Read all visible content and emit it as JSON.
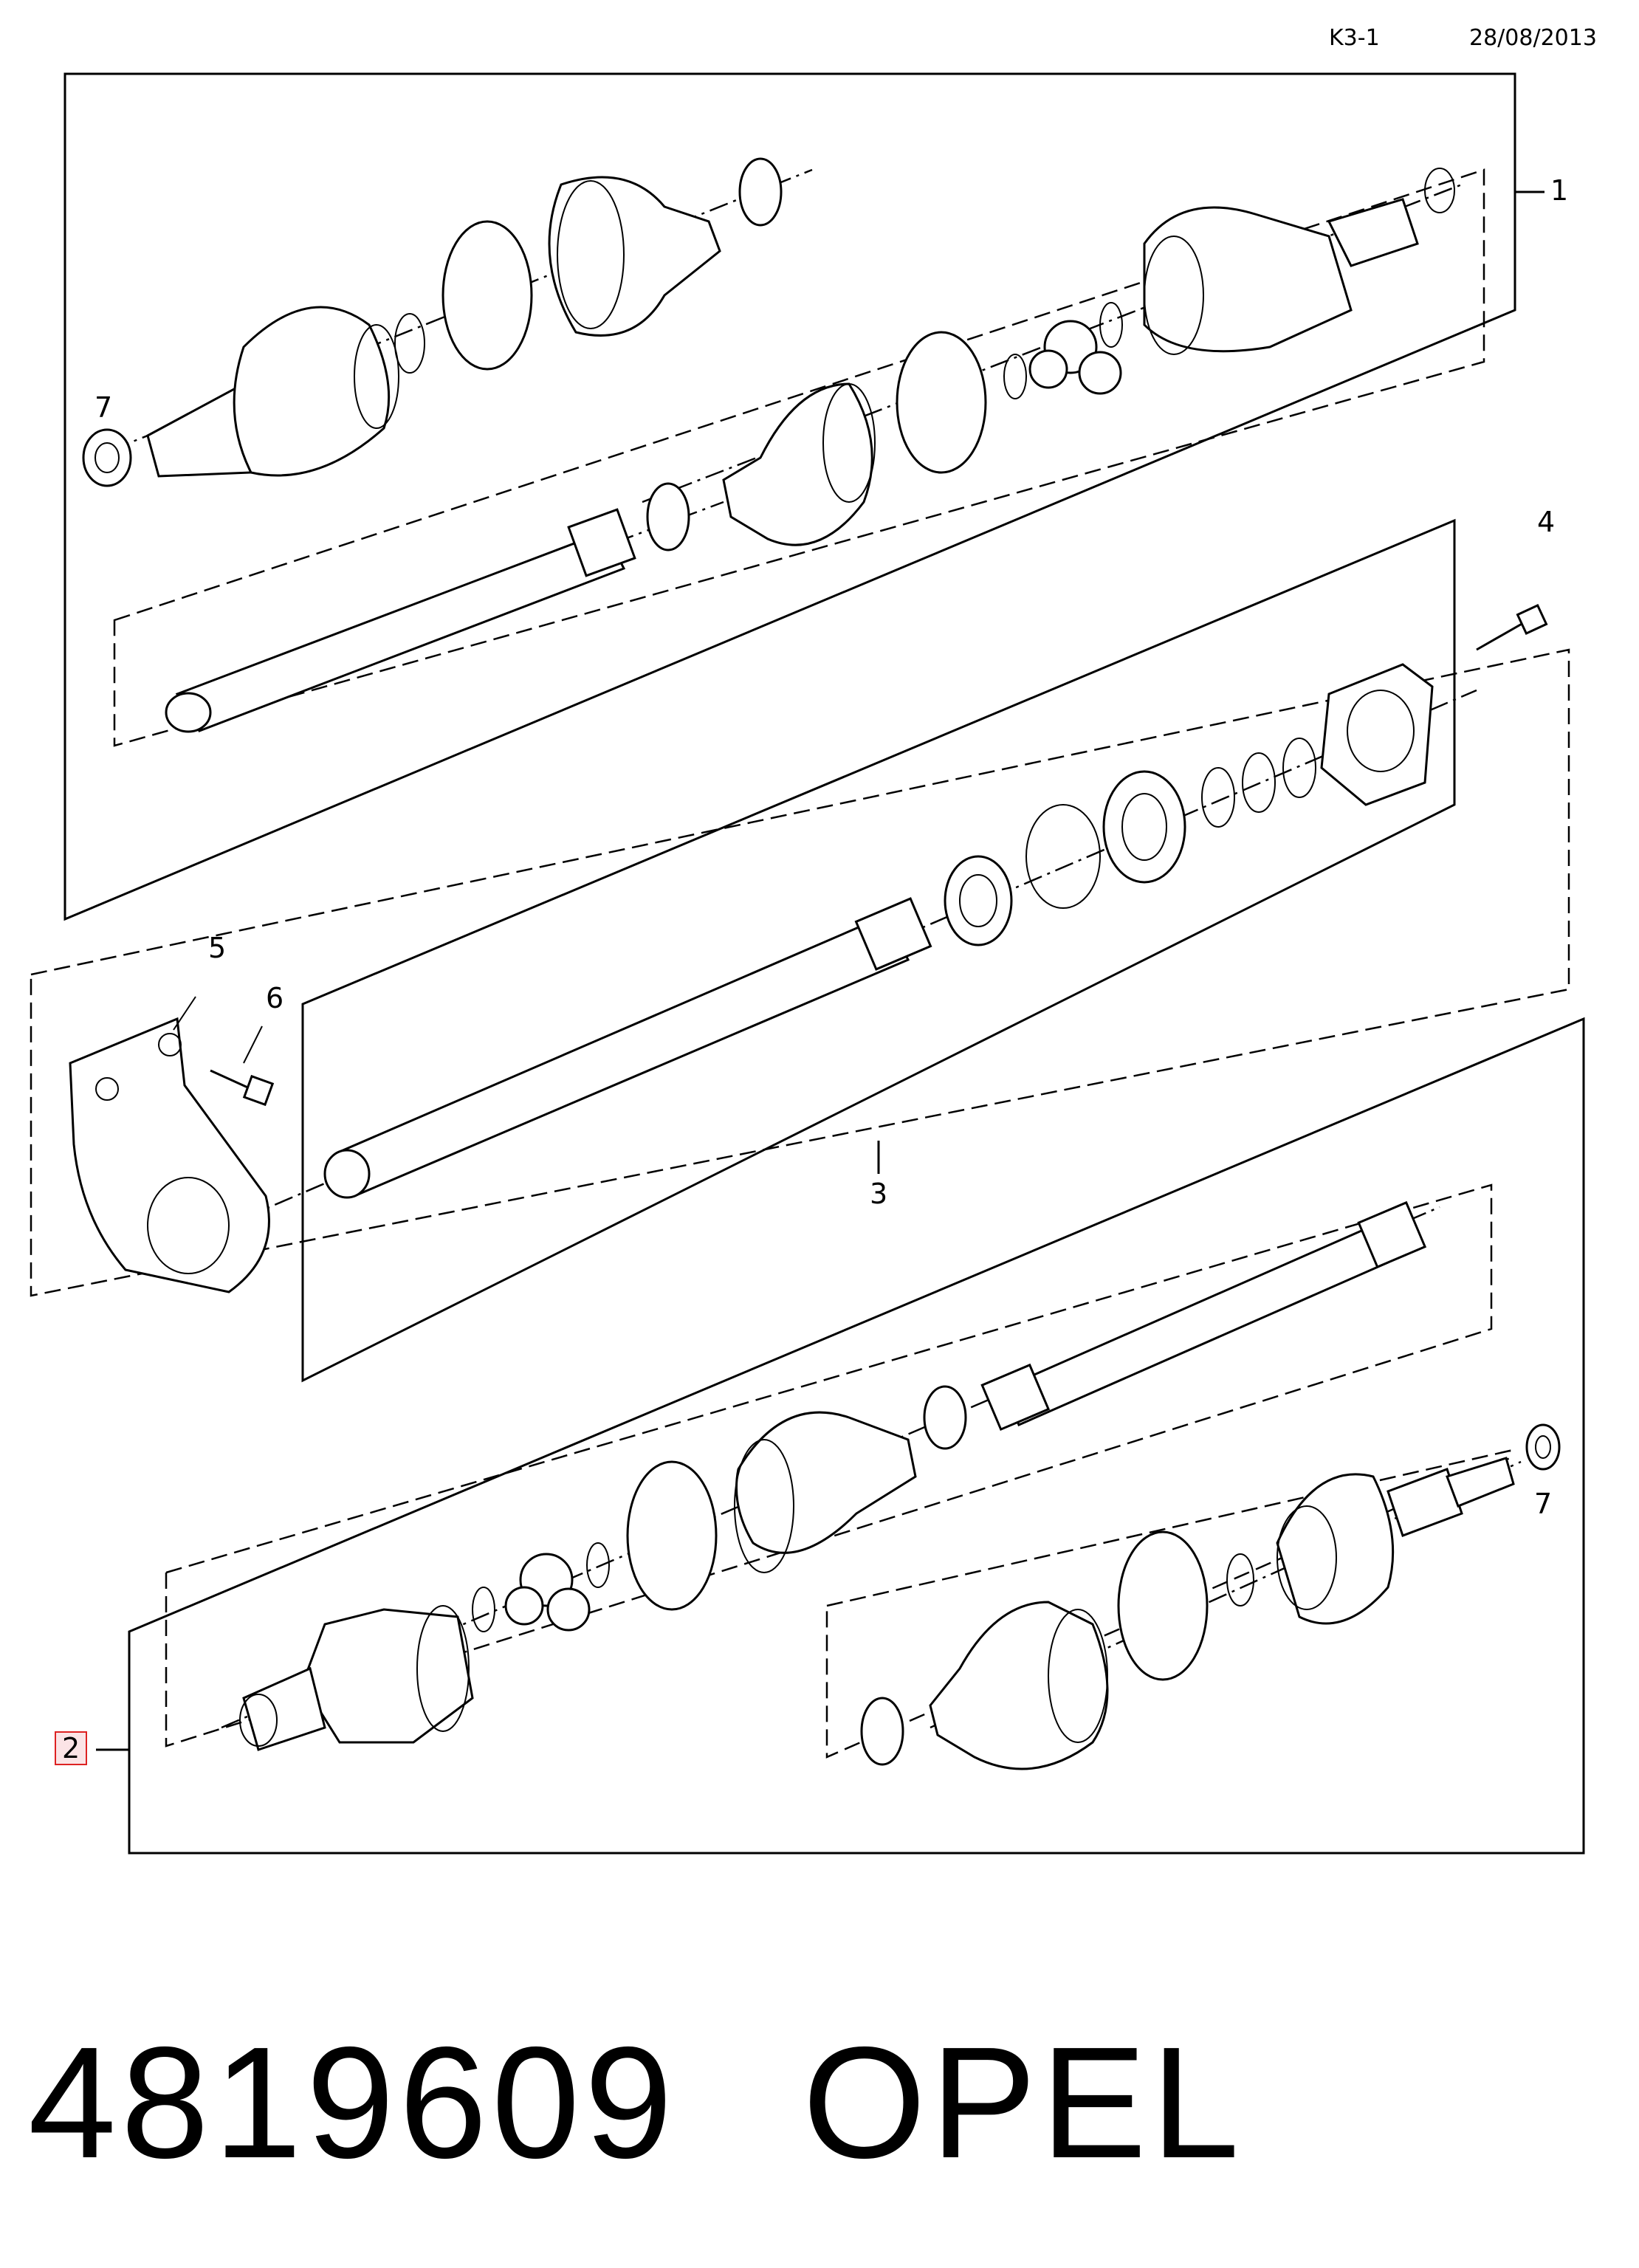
{
  "header": {
    "sheet": "K3-1",
    "date": "28/08/2013"
  },
  "callouts": [
    {
      "id": "1",
      "text": "1"
    },
    {
      "id": "7a",
      "text": "7"
    },
    {
      "id": "4",
      "text": "4"
    },
    {
      "id": "5",
      "text": "5"
    },
    {
      "id": "6",
      "text": "6"
    },
    {
      "id": "3",
      "text": "3"
    },
    {
      "id": "2",
      "text": "2",
      "highlighted": true
    },
    {
      "id": "7b",
      "text": "7"
    }
  ],
  "footer": {
    "part_number": "4819609",
    "brand": "OPEL"
  },
  "colors": {
    "highlight_border": "#dd2222",
    "highlight_fill": "#fbe4e6"
  }
}
